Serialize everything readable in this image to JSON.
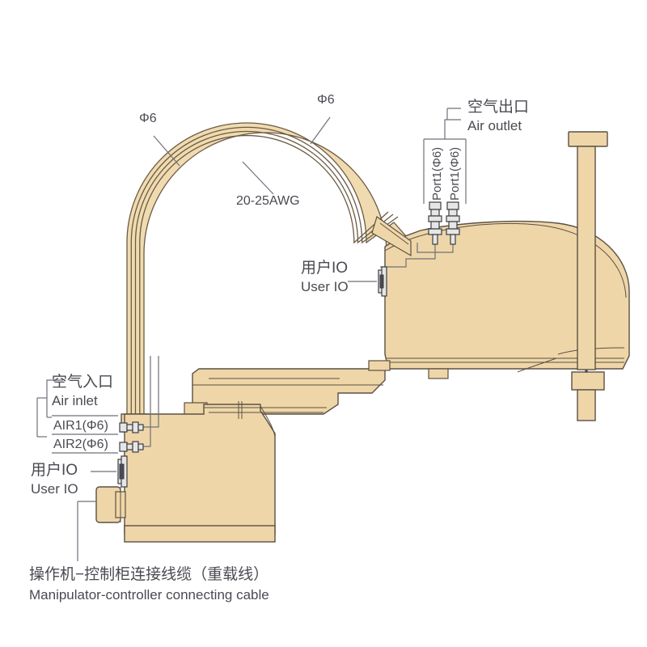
{
  "diagram": {
    "title": "SCARA robot cable and air port routing diagram",
    "colors": {
      "body_fill": "#efd6a8",
      "body_stroke": "#5a5045",
      "cable_fill": "#f0dbb0",
      "cable_stroke": "#6b5a44",
      "metal_fill": "#e8e8e6",
      "metal_stroke": "#3c3c44",
      "text": "#4a4a52",
      "leader": "#6f6f7a",
      "background": "#ffffff"
    }
  },
  "annotations": {
    "cable_diameter_left": "Φ6",
    "cable_diameter_top": "Φ6",
    "wire_gauge": "20-25AWG",
    "air_outlet": {
      "cn": "空气出口",
      "en": "Air outlet",
      "ports": [
        "Port1(Φ6)",
        "Port1(Φ6)"
      ]
    },
    "air_inlet": {
      "cn": "空气入口",
      "en": "Air inlet",
      "ports": [
        "AIR1(Φ6)",
        "AIR2(Φ6)"
      ]
    },
    "user_io_upper": {
      "cn": "用户IO",
      "en": "User IO"
    },
    "user_io_lower": {
      "cn": "用户IO",
      "en": "User IO"
    },
    "connecting_cable": {
      "cn": "操作机−控制柜连接线缆（重载线）",
      "en": "Manipulator-controller connecting cable"
    }
  }
}
